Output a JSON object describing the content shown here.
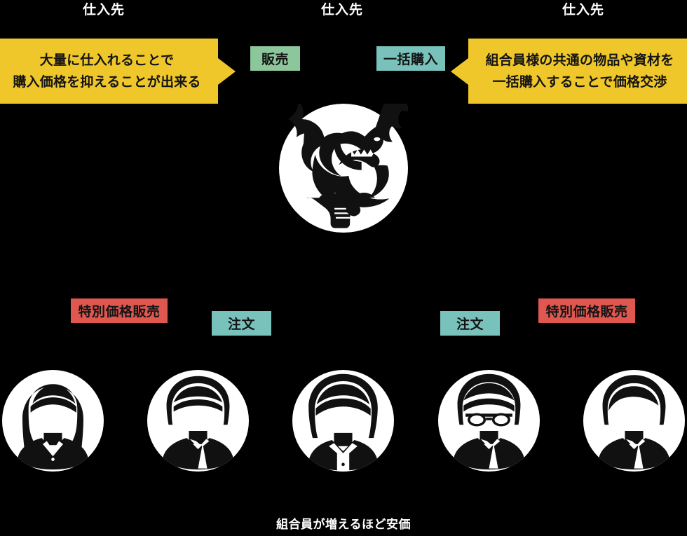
{
  "diagram": {
    "background_color": "#000000",
    "caption": "組合員が増えるほど安価"
  },
  "suppliers": [
    {
      "label": "仕入先"
    },
    {
      "label": "仕入先"
    },
    {
      "label": "仕入先"
    }
  ],
  "callouts": {
    "left": {
      "color": "#EFC72B",
      "line1": "大量に仕入れることで",
      "line2": "購入価格を抑えることが出来る"
    },
    "right": {
      "color": "#EFC72B",
      "line1": "組合員様の共通の物品や資材を",
      "line2": "一括購入することで価格交渉"
    }
  },
  "badges": {
    "sell": {
      "label": "販売",
      "color": "#8CC79B"
    },
    "bulk_purchase": {
      "label": "一括購入",
      "color": "#79C2BC"
    },
    "special_price_left": {
      "label": "特別価格販売",
      "color": "#E0574F"
    },
    "special_price_right": {
      "label": "特別価格販売",
      "color": "#E0574F"
    },
    "order_left": {
      "label": "注文",
      "color": "#79C2BC"
    },
    "order_right": {
      "label": "注文",
      "color": "#79C2BC"
    }
  },
  "center_logo": {
    "icon": "dragon-handshake-logo",
    "shape": "circle",
    "background_color": "#FFFFFF",
    "art_color": "#000000"
  },
  "members": [
    {
      "icon": "avatar-woman-long-hair",
      "glasses": false
    },
    {
      "icon": "avatar-man-short-hair-suit",
      "glasses": false
    },
    {
      "icon": "avatar-woman-bob-hair-blouse",
      "glasses": false
    },
    {
      "icon": "avatar-man-glasses-suit",
      "glasses": true
    },
    {
      "icon": "avatar-man-side-part-suit",
      "glasses": false
    }
  ]
}
